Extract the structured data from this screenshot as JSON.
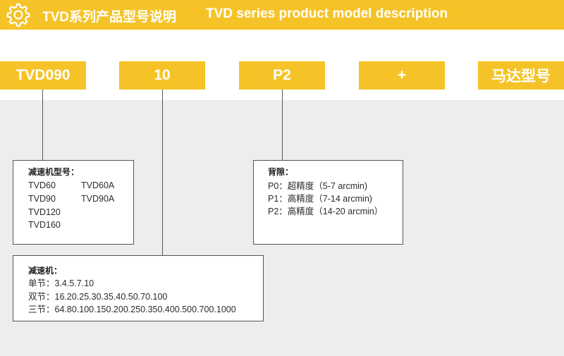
{
  "header": {
    "title_cn": "TVD系列产品型号说明",
    "title_en": "TVD series product model description",
    "icon": "gear-icon"
  },
  "model_codes": [
    "TVD090",
    "10",
    "P2",
    "+",
    "马达型号"
  ],
  "reducer_model": {
    "title": "减速机型号：",
    "left_column": [
      "TVD60",
      "TVD90",
      "TVD120",
      "TVD160"
    ],
    "right_column": [
      "TVD60A",
      "TVD90A"
    ]
  },
  "backlash": {
    "title": "背隙：",
    "lines": [
      "P0：超精度（5-7 arcmin)",
      "P1：高精度（7-14 arcmin)",
      "P2：高精度（14-20 arcmin）"
    ]
  },
  "ratio": {
    "title": "减速机：",
    "lines": [
      "单节：3.4.5.7.10",
      "双节：16.20.25.30.35.40.50.70.100",
      "三节：64.80.100.150.200.250.350.400.500.700.1000"
    ]
  },
  "colors": {
    "accent": "#f5c327",
    "background_gray": "#ededed",
    "line": "#555555"
  }
}
